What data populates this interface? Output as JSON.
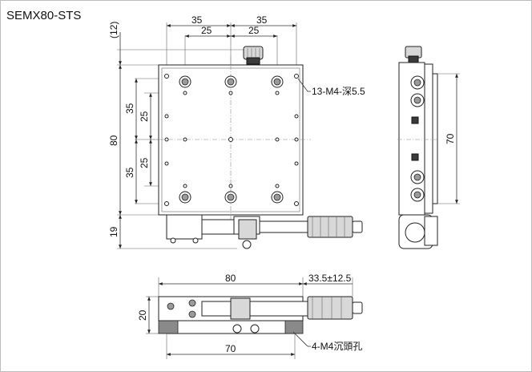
{
  "title": "SEMX80-STS",
  "top_view": {
    "dim_width_outer_left": "35",
    "dim_width_outer_right": "35",
    "dim_width_inner_left": "25",
    "dim_width_inner_right": "25",
    "dim_knob_height": "(12)",
    "dim_height_outer_top": "35",
    "dim_height_outer_bottom": "35",
    "dim_height_inner_top": "25",
    "dim_height_inner_bottom": "25",
    "dim_total_height": "80",
    "dim_micrometer_height": "19",
    "hole_callout": "13-M4-深5.5"
  },
  "side_view": {
    "dim_height": "70"
  },
  "bottom_view": {
    "dim_width": "80",
    "dim_travel": "33.5±12.5",
    "dim_height": "20",
    "dim_base_width": "70",
    "counterbore_callout": "4-M4沉頭孔"
  }
}
